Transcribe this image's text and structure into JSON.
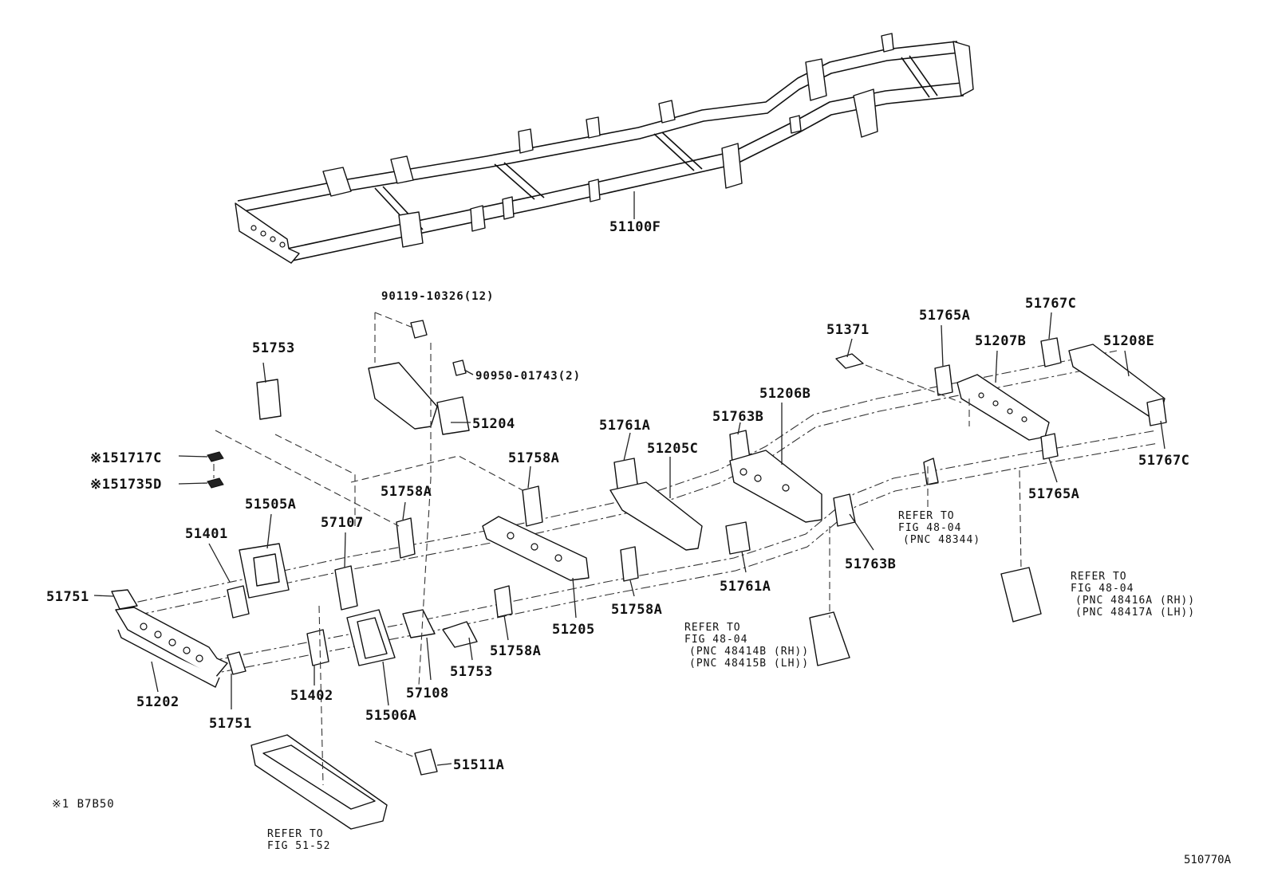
{
  "labels": {
    "frame_assy": "51100F",
    "bolt": "90119-10326(12)",
    "plug": "90950-01743(2)",
    "p51753_top": "51753",
    "p51204": "51204",
    "p51371": "51371",
    "p51765A_top": "51765A",
    "p51767C_top": "51767C",
    "p51207B": "51207B",
    "p51208E": "51208E",
    "p51206B": "51206B",
    "p51763B_top": "51763B",
    "p51761A_top": "51761A",
    "p51205C": "51205C",
    "p51758A_a": "51758A",
    "p51758A_b": "51758A",
    "p51717C": "※151717C",
    "p51735D": "※151735D",
    "p51505A": "51505A",
    "p57107": "57107",
    "p51401": "51401",
    "p51751_left": "51751",
    "p51202": "51202",
    "p51751_bottom": "51751",
    "p51402": "51402",
    "p51506A": "51506A",
    "p57108": "57108",
    "p51753_bottom": "51753",
    "p51758A_c": "51758A",
    "p51205": "51205",
    "p51758A_d": "51758A",
    "p51761A_bottom": "51761A",
    "p51763B_bottom": "51763B",
    "p51765A_right": "51765A",
    "p51767C_right": "51767C",
    "p51511A": "51511A"
  },
  "notes": {
    "refer_48344": [
      "REFER TO",
      "FIG 48-04",
      "(PNC 48344)"
    ],
    "refer_48416": [
      "REFER TO",
      "FIG 48-04",
      "(PNC 48416A (RH))",
      "(PNC 48417A (LH))"
    ],
    "refer_48414": [
      "REFER TO",
      "FIG 48-04",
      "(PNC 48414B (RH))",
      "(PNC 48415B (LH))"
    ],
    "refer_5152": [
      "REFER TO",
      "FIG 51-52"
    ]
  },
  "footnote": "※1 B7B50",
  "figure_id": "510770A"
}
